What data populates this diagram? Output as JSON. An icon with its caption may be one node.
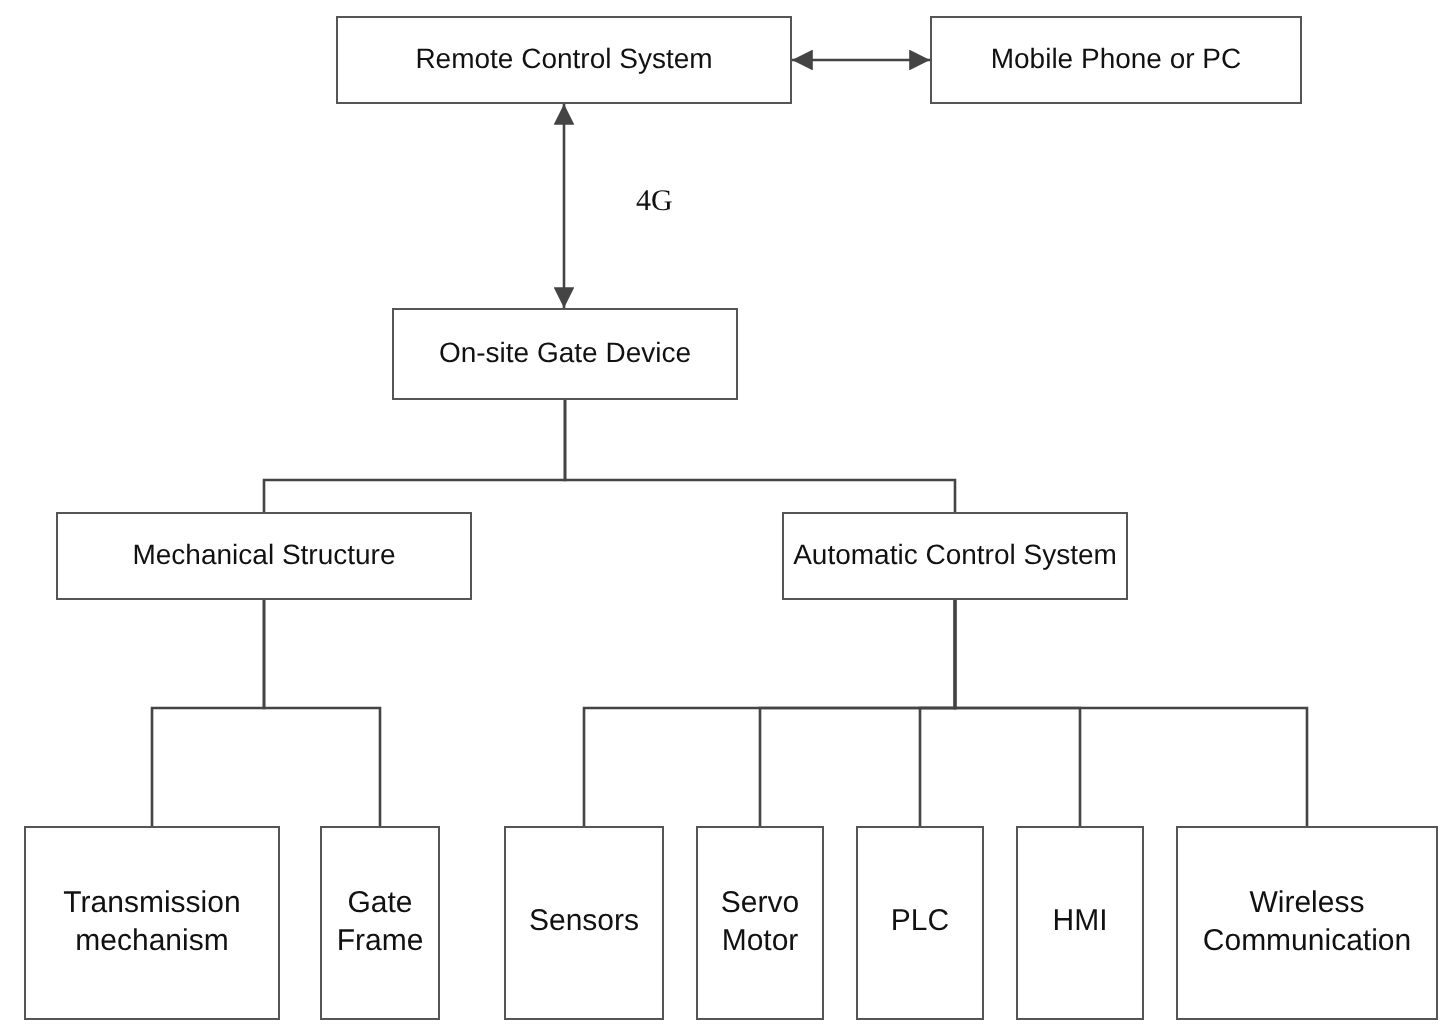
{
  "diagram": {
    "nodes": [
      {
        "text": [
          "Remote Control System"
        ]
      },
      {
        "text": [
          "Mobile Phone or PC"
        ]
      },
      {
        "text": [
          "On-site Gate Device"
        ]
      },
      {
        "text": [
          "Mechanical Structure"
        ]
      },
      {
        "text": [
          "Automatic Control System"
        ]
      },
      {
        "text": [
          "Transmission mechanism"
        ]
      },
      {
        "text": [
          "Gate Frame"
        ]
      },
      {
        "text": [
          "Sensors"
        ]
      },
      {
        "text": [
          "Servo Motor"
        ]
      },
      {
        "text": [
          "PLC"
        ]
      },
      {
        "text": [
          "HMI"
        ]
      },
      {
        "text": [
          "Wireless Communication"
        ]
      }
    ],
    "edges": [
      {
        "from": 0,
        "to": 1,
        "arrow": "both"
      },
      {
        "from": 0,
        "to": 2,
        "arrow": "both",
        "label": "4G"
      },
      {
        "from": 2,
        "to": 3,
        "arrow": "none"
      },
      {
        "from": 2,
        "to": 4,
        "arrow": "none"
      },
      {
        "from": 3,
        "to": 5,
        "arrow": "none"
      },
      {
        "from": 3,
        "to": 6,
        "arrow": "none"
      },
      {
        "from": 4,
        "to": 7,
        "arrow": "none"
      },
      {
        "from": 4,
        "to": 8,
        "arrow": "none"
      },
      {
        "from": 4,
        "to": 9,
        "arrow": "none"
      },
      {
        "from": 4,
        "to": 10,
        "arrow": "none"
      },
      {
        "from": 4,
        "to": 11,
        "arrow": "none"
      }
    ]
  }
}
